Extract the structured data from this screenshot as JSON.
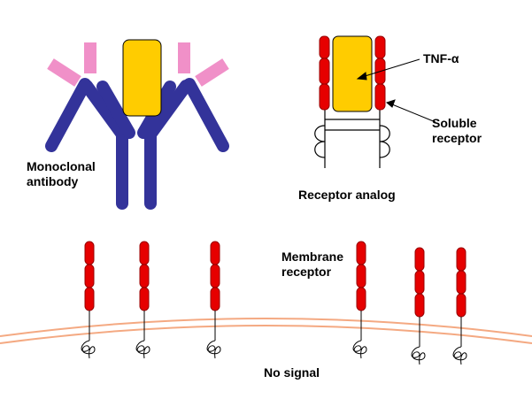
{
  "labels": {
    "antibody_line1": "Monoclonal",
    "antibody_line2": "antibody",
    "receptor_analog": "Receptor analog",
    "tnf": "TNF-α",
    "soluble_line1": "Soluble",
    "soluble_line2": "receptor",
    "membrane_line1": "Membrane",
    "membrane_line2": "receptor",
    "no_signal": "No signal"
  },
  "colors": {
    "antibody_heavy": "#33339a",
    "antibody_light": "#f090c8",
    "tnf_fill": "#ffcc00",
    "receptor_fill": "#e60000",
    "receptor_stroke": "#990000",
    "membrane": "#f4a982",
    "line": "#000000"
  },
  "icons": {
    "coil": "squiggle"
  }
}
